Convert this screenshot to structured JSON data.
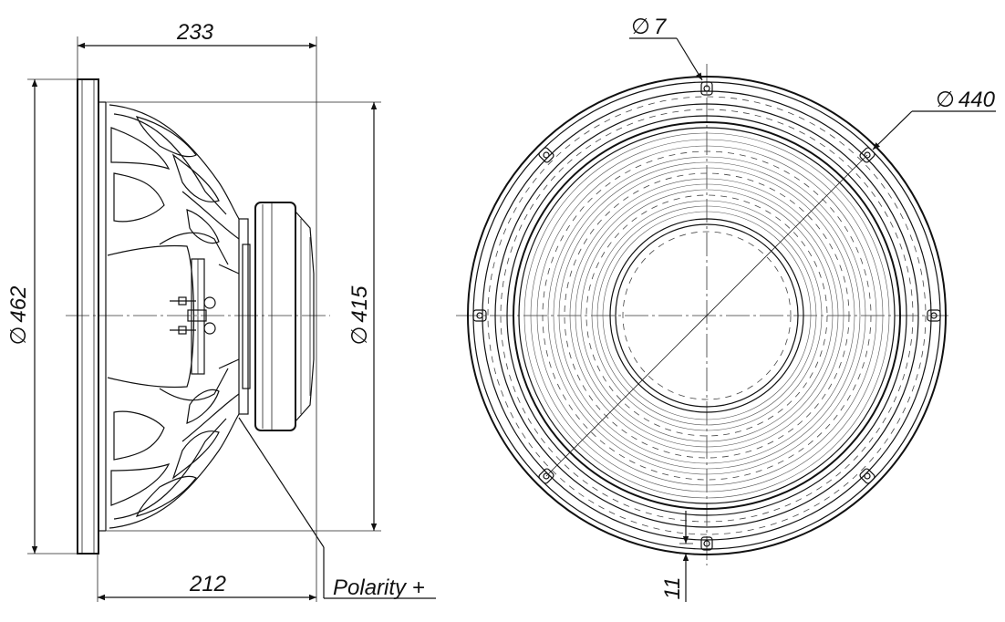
{
  "dimensions": {
    "overall_depth": "233",
    "frame_depth": "212",
    "outer_diameter": "462",
    "cutout_diameter": "415",
    "hole_diameter": "7",
    "bolt_circle_diameter": "440",
    "flange_thickness": "11",
    "diameter_symbol": "∅"
  },
  "labels": {
    "polarity": "Polarity +"
  }
}
